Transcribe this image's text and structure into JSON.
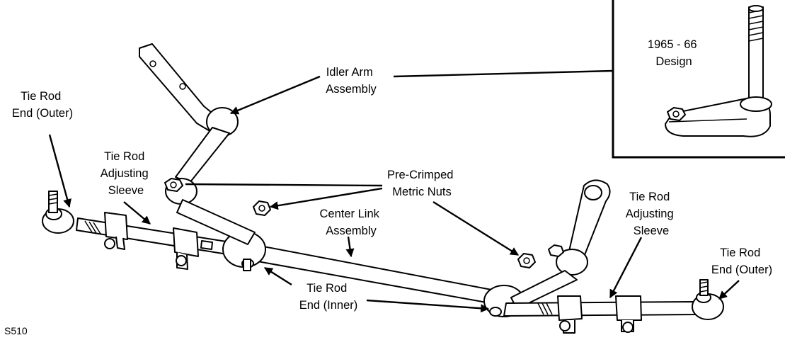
{
  "labels": {
    "inset_design": [
      "1965 - 66",
      "Design"
    ],
    "idler_arm": [
      "Idler Arm",
      "Assembly"
    ],
    "tie_rod_end_outer_left": [
      "Tie Rod",
      "End (Outer)"
    ],
    "tie_rod_sleeve_left": [
      "Tie Rod",
      "Adjusting",
      "Sleeve"
    ],
    "pre_crimped_nuts": [
      "Pre-Crimped",
      "Metric Nuts"
    ],
    "center_link": [
      "Center Link",
      "Assembly"
    ],
    "tie_rod_sleeve_right": [
      "Tie Rod",
      "Adjusting",
      "Sleeve"
    ],
    "tie_rod_end_outer_right": [
      "Tie Rod",
      "End (Outer)"
    ],
    "tie_rod_end_inner": [
      "Tie Rod",
      "End (Inner)"
    ]
  },
  "figure_code": "S510"
}
